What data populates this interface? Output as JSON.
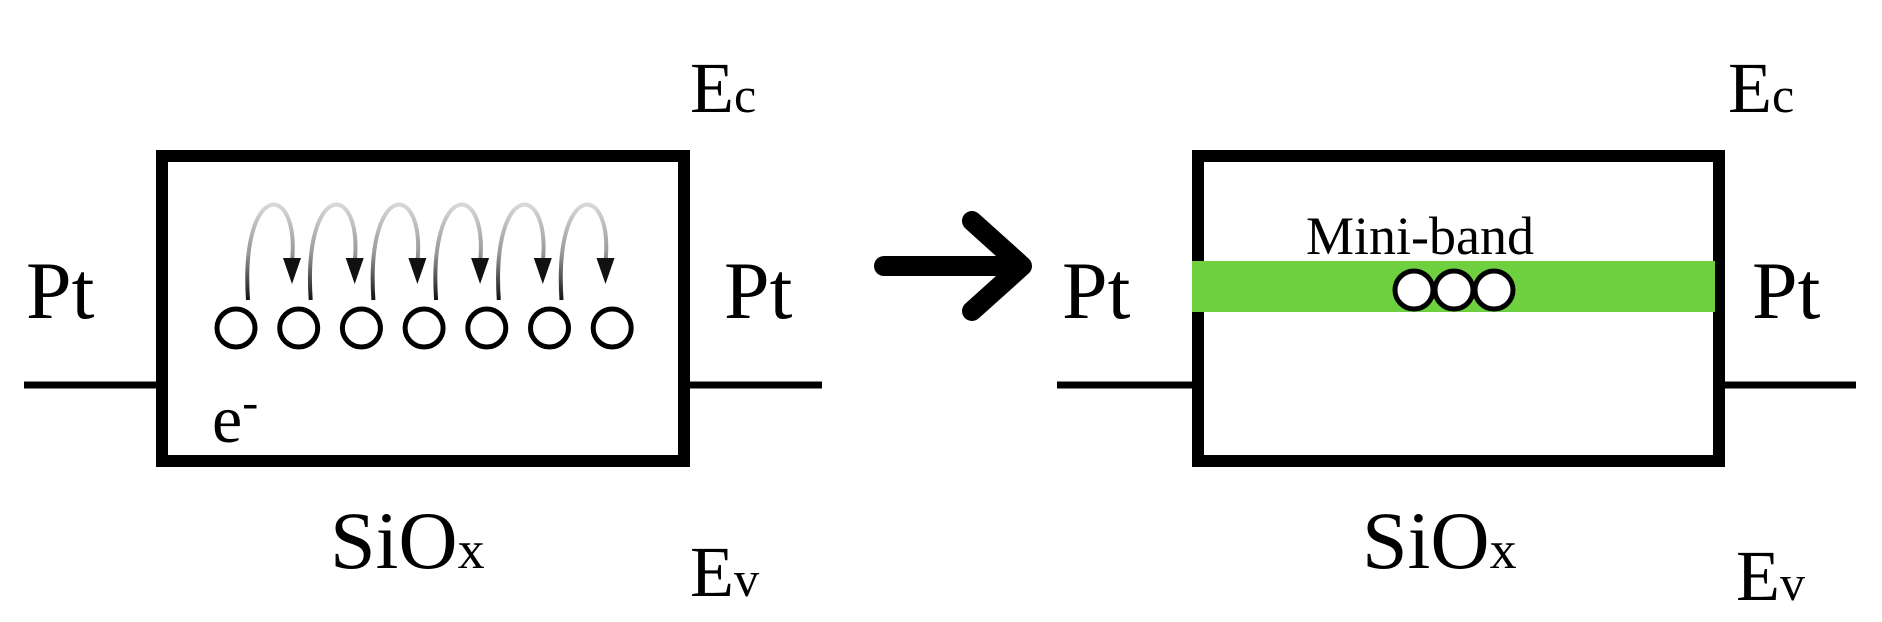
{
  "left_panel": {
    "electrode_left": "Pt",
    "electrode_right": "Pt",
    "conduction_band": {
      "main": "E",
      "sub": "c"
    },
    "valence_band": {
      "main": "E",
      "sub": "v"
    },
    "material": {
      "main": "SiO",
      "sub": "x"
    },
    "carrier": {
      "main": "e",
      "sup": "-"
    },
    "trap_count": 7,
    "hop_count": 6
  },
  "right_panel": {
    "electrode_left": "Pt",
    "electrode_right": "Pt",
    "conduction_band": {
      "main": "E",
      "sub": "c"
    },
    "valence_band": {
      "main": "E",
      "sub": "v"
    },
    "material": {
      "main": "SiO",
      "sub": "x"
    },
    "band_label": "Mini-band",
    "trap_count": 3
  },
  "colors": {
    "line": "#000000",
    "mini_band": "#6fd03f",
    "hop_arrow": "#9a9a9a"
  }
}
